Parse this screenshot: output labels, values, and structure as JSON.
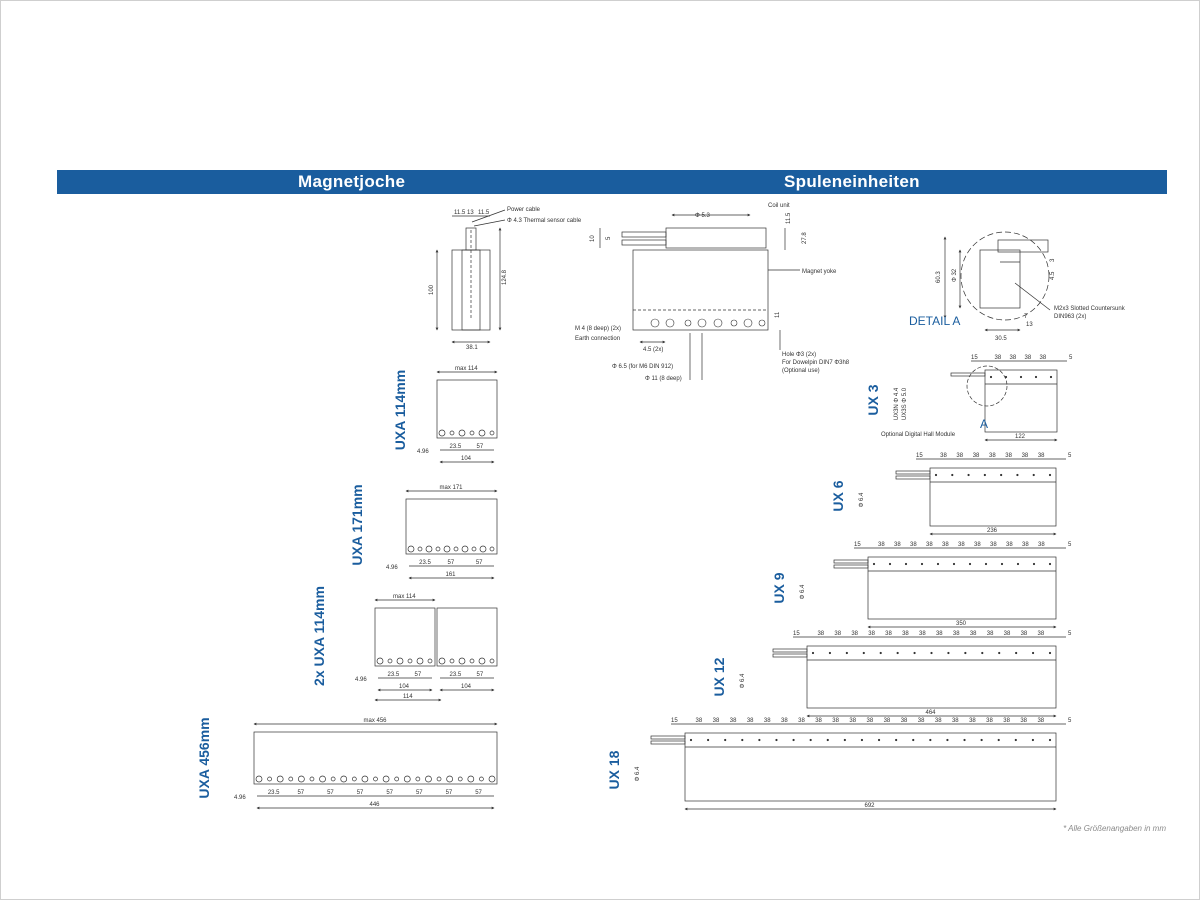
{
  "header": {
    "left_title": "Magnetjoche",
    "right_title": "Spuleneinheiten"
  },
  "footnote": "* Alle Größenangaben in mm",
  "yokes": [
    {
      "label": "UXA 114mm",
      "max": "max  114",
      "pitch": [
        "23.5",
        "57"
      ],
      "total": "104",
      "edge": "4.96"
    },
    {
      "label": "UXA 171mm",
      "max": "max  171",
      "pitch": [
        "23.5",
        "57",
        "57"
      ],
      "total": "161",
      "edge": "4.96"
    },
    {
      "label": "2x UXA 114mm",
      "max": "max  114",
      "pitch": [
        "23.5",
        "57"
      ],
      "total": "104",
      "second_total": "104",
      "pair": "114",
      "edge": "4.96"
    },
    {
      "label": "UXA 456mm",
      "max": "max  456",
      "pitch": [
        "23.5",
        "57",
        "57",
        "57",
        "57",
        "57",
        "57",
        "57"
      ],
      "total": "446",
      "edge": "4.96"
    }
  ],
  "coils": [
    {
      "label": "UX 3",
      "dia": "UX3N  Φ 4.4",
      "dia2": "UX3S  Φ 5.0",
      "pitch_first": "15",
      "pitch": "38",
      "last": "5",
      "total": "122",
      "hall": "Optional Digital Hall Module",
      "marker": "A"
    },
    {
      "label": "UX 6",
      "dia": "Φ  6.4",
      "pitch_first": "15",
      "pitch": "38",
      "last": "5",
      "total": "236"
    },
    {
      "label": "UX 9",
      "dia": "Φ  6.4",
      "pitch_first": "15",
      "pitch": "38",
      "last": "5",
      "total": "350"
    },
    {
      "label": "UX 12",
      "dia": "Φ  6.4",
      "pitch_first": "15",
      "pitch": "38",
      "last": "5",
      "total": "464"
    },
    {
      "label": "UX 18",
      "dia": "Φ  6.4",
      "pitch_first": "15",
      "pitch": "38",
      "last": "5",
      "total": "692"
    }
  ],
  "side_view": {
    "top_dims": [
      "11.5",
      "13",
      "11.5"
    ],
    "power": "Power cable",
    "thermal": "Φ  4.3  Thermal sensor cable",
    "height": "100",
    "height2": "124.8",
    "width": "38.1"
  },
  "front_view": {
    "coil_unit": "Coil unit",
    "magnet_yoke": "Magnet yoke",
    "cable_dia": "Φ  5.3",
    "dim_a": "11.5",
    "dim_b": "27.8",
    "dim_c": "10",
    "dim_d": "5",
    "dim_e": "11",
    "thread": "M  4  (8 deep) (2x)",
    "earth": "Earth connection",
    "hole_dist": "4.5  (2x)",
    "cb1": "Φ  6.5  (for M6 DIN 912)",
    "cb2": "Φ  11  (8 deep)",
    "hole": "Hole Φ3 (2x)",
    "dowel": "For Dowelpin DIN7 Φ3h8",
    "optional": "(Optional use)"
  },
  "detail": {
    "title": "DETAIL A",
    "d1": "60.3",
    "d2": "Φ  32",
    "d3": "3",
    "d4": "4.5",
    "screw": "M2x3 Slotted Countersunk",
    "screw2": "DIN963 (2x)",
    "d5": "7",
    "d6": "13",
    "d7": "30.5"
  }
}
